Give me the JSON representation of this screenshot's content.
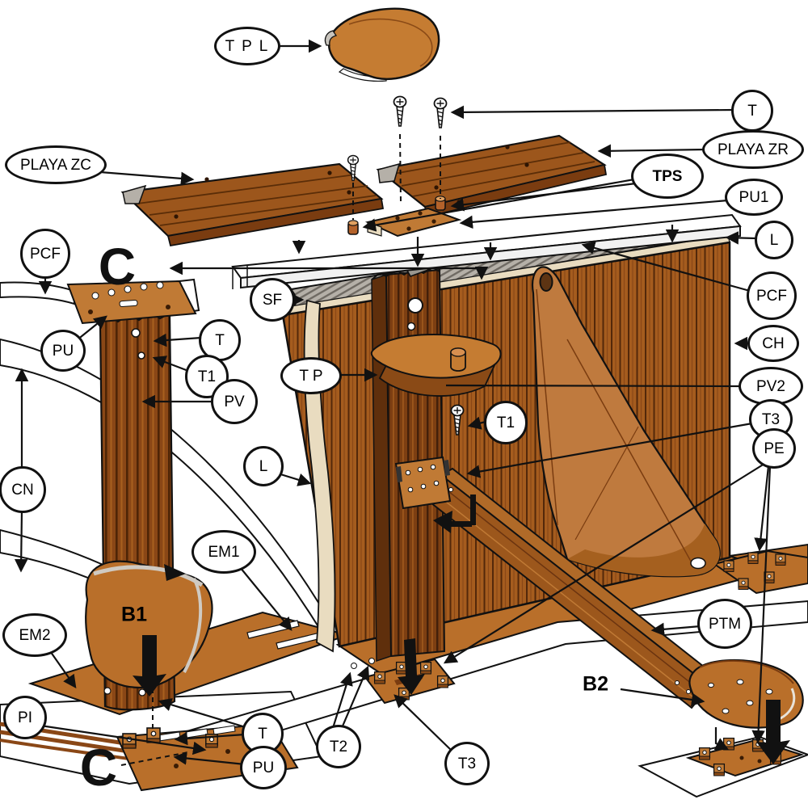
{
  "diagram": {
    "type": "exploded-assembly-diagram",
    "subject": "wooden pool wall structure assembly",
    "callouts": [
      {
        "id": "tpl",
        "text": "T P L",
        "shape": "ellipse"
      },
      {
        "id": "t-top",
        "text": "T",
        "shape": "circle"
      },
      {
        "id": "playa-zr",
        "text": "PLAYA ZR",
        "shape": "ellipse"
      },
      {
        "id": "playa-zc",
        "text": "PLAYA ZC",
        "shape": "ellipse"
      },
      {
        "id": "tps",
        "text": "TPS",
        "shape": "ellipse",
        "bold": true
      },
      {
        "id": "pu1",
        "text": "PU1",
        "shape": "ellipse"
      },
      {
        "id": "l-right",
        "text": "L",
        "shape": "circle"
      },
      {
        "id": "pcf-left",
        "text": "PCF",
        "shape": "circle"
      },
      {
        "id": "c-top",
        "text": "C",
        "shape": "letter"
      },
      {
        "id": "sf",
        "text": "SF",
        "shape": "circle"
      },
      {
        "id": "pcf-right",
        "text": "PCF",
        "shape": "circle"
      },
      {
        "id": "t-left",
        "text": "T",
        "shape": "circle"
      },
      {
        "id": "ch",
        "text": "CH",
        "shape": "ellipse"
      },
      {
        "id": "t1-left",
        "text": "T1",
        "shape": "circle"
      },
      {
        "id": "tp",
        "text": "T P",
        "shape": "ellipse"
      },
      {
        "id": "pv2",
        "text": "PV2",
        "shape": "ellipse"
      },
      {
        "id": "pv",
        "text": "PV",
        "shape": "circle"
      },
      {
        "id": "t3-right",
        "text": "T3",
        "shape": "circle"
      },
      {
        "id": "t1-center",
        "text": "T1",
        "shape": "circle"
      },
      {
        "id": "pe",
        "text": "PE",
        "shape": "circle"
      },
      {
        "id": "l-mid",
        "text": "L",
        "shape": "circle"
      },
      {
        "id": "cn",
        "text": "CN",
        "shape": "circle"
      },
      {
        "id": "em1",
        "text": "EM1",
        "shape": "ellipse"
      },
      {
        "id": "b1",
        "text": "B1",
        "shape": "letter",
        "bold": true
      },
      {
        "id": "em2",
        "text": "EM2",
        "shape": "ellipse"
      },
      {
        "id": "ptm",
        "text": "PTM",
        "shape": "circle"
      },
      {
        "id": "b2",
        "text": "B2",
        "shape": "letter",
        "bold": true
      },
      {
        "id": "pi",
        "text": "PI",
        "shape": "circle"
      },
      {
        "id": "t-bottom",
        "text": "T",
        "shape": "circle"
      },
      {
        "id": "t2",
        "text": "T2",
        "shape": "circle"
      },
      {
        "id": "t3-bottom",
        "text": "T3",
        "shape": "circle"
      },
      {
        "id": "pu-bottom",
        "text": "PU",
        "shape": "circle"
      },
      {
        "id": "pu-topleft",
        "text": "PU",
        "shape": "circle"
      },
      {
        "id": "c-bottom",
        "text": "C",
        "shape": "letter"
      }
    ],
    "colors": {
      "wood_wall": "#a55c1e",
      "wood_dark": "#7d3f12",
      "wood_plank": "#9c561c",
      "bracket_orange": "#c07a35",
      "plate_orange": "#b96f2a",
      "cap_orange": "#c57c32",
      "beige_liner": "#e9dcc0",
      "gray_cap": "#b5b0a8",
      "outline": "#111111",
      "background": "#ffffff"
    }
  }
}
